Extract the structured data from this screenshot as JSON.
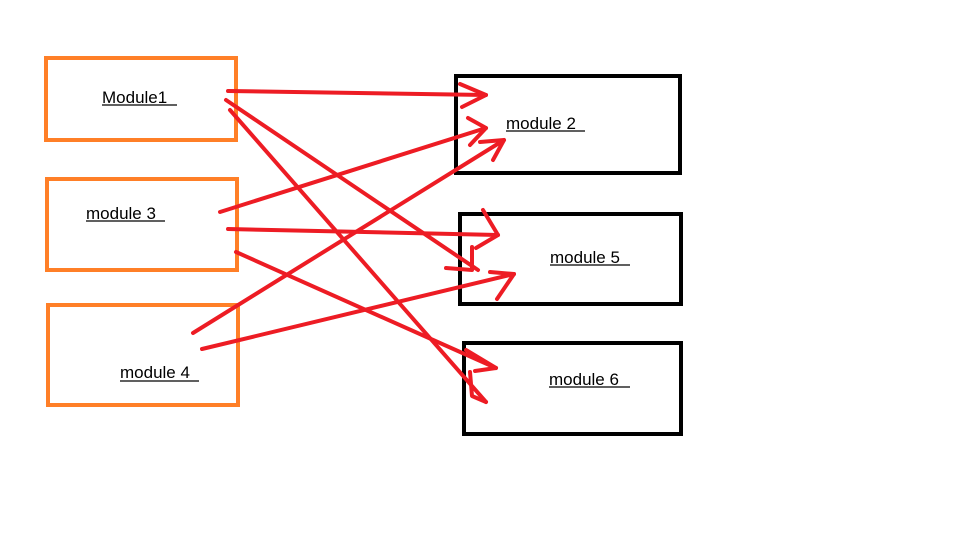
{
  "diagram": {
    "source_modules": [
      {
        "id": "m1",
        "label": "Module1"
      },
      {
        "id": "m3",
        "label": "module 3"
      },
      {
        "id": "m4",
        "label": "module 4"
      }
    ],
    "target_modules": [
      {
        "id": "m2",
        "label": "module 2"
      },
      {
        "id": "m5",
        "label": "module 5"
      },
      {
        "id": "m6",
        "label": "module 6"
      }
    ],
    "connections": [
      {
        "from": "Module1",
        "to": "module 2"
      },
      {
        "from": "Module1",
        "to": "module 5"
      },
      {
        "from": "Module1",
        "to": "module 6"
      },
      {
        "from": "module 3",
        "to": "module 2"
      },
      {
        "from": "module 3",
        "to": "module 5"
      },
      {
        "from": "module 3",
        "to": "module 6"
      },
      {
        "from": "module 4",
        "to": "module 2"
      },
      {
        "from": "module 4",
        "to": "module 5"
      }
    ],
    "colors": {
      "source_border": "#ff7f27",
      "target_border": "#000000",
      "arrow": "#ed1c24"
    }
  }
}
